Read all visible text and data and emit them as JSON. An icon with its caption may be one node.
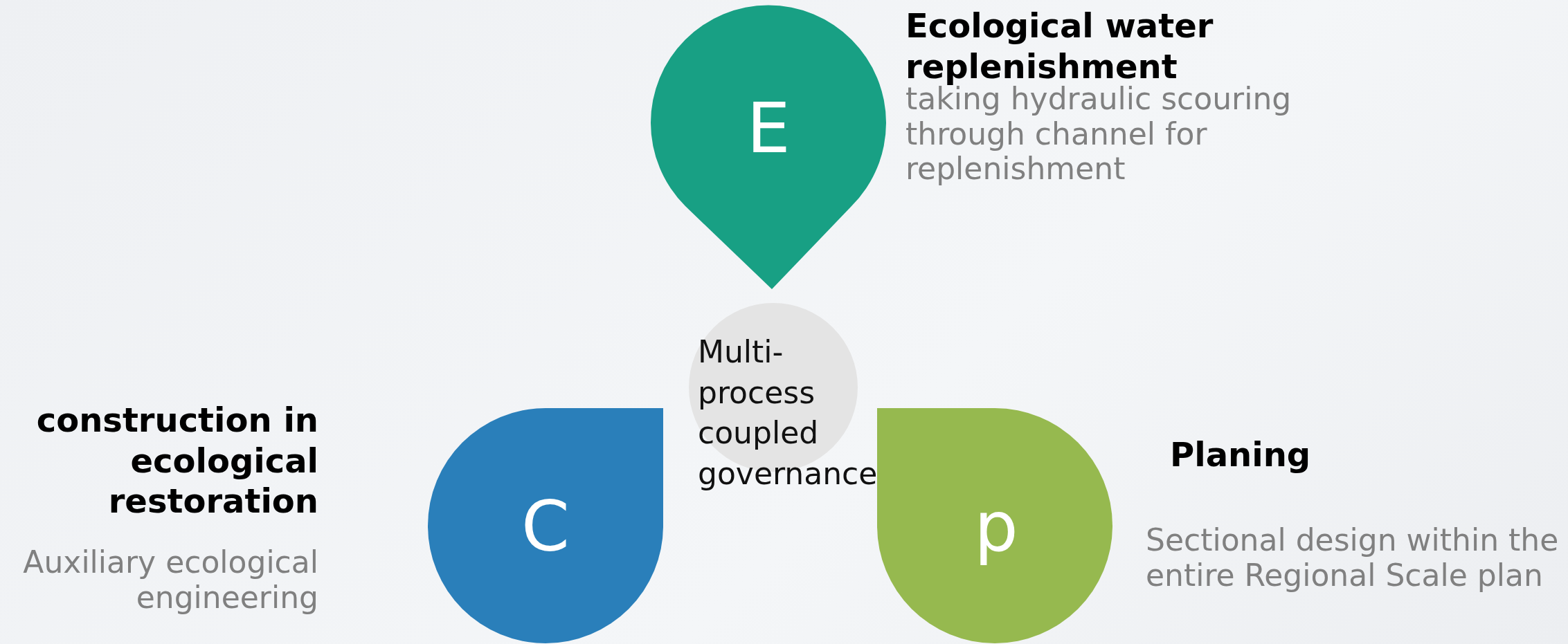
{
  "diagram": {
    "nodes": [
      {
        "text": [
          "E"
        ],
        "beside": [
          "Ecological water replenishment",
          "taking hydraulic scouring through channel for replenishment"
        ]
      },
      {
        "text": [
          "Multi-process coupled governance"
        ]
      },
      {
        "text": [
          "C"
        ],
        "beside": [
          "construction in ecological restoration",
          "Auxiliary ecological engineering"
        ]
      },
      {
        "text": [
          "p"
        ],
        "beside": [
          "Planing",
          "Sectional design within the  entire Regional Scale plan"
        ]
      }
    ],
    "edges": []
  }
}
